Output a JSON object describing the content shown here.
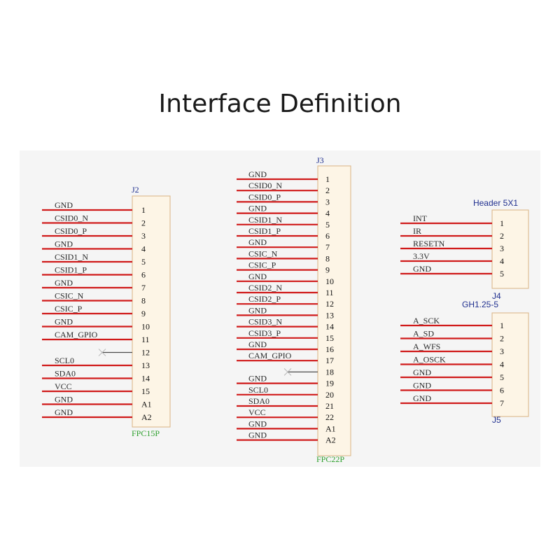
{
  "title": "Interface Definition",
  "colors": {
    "wire": "#d01a1a",
    "box_fill": "#fdf5e6",
    "box_stroke": "#d9b382",
    "ref": "#1f2f8f",
    "value": "#2ea02e",
    "panel": "#f5f5f5"
  },
  "connectors": [
    {
      "ref": "J2",
      "value": "FPC15P",
      "pins": [
        {
          "num": "1",
          "label": "GND"
        },
        {
          "num": "2",
          "label": "CSID0_N"
        },
        {
          "num": "3",
          "label": "CSID0_P"
        },
        {
          "num": "4",
          "label": "GND"
        },
        {
          "num": "5",
          "label": "CSID1_N"
        },
        {
          "num": "6",
          "label": "CSID1_P"
        },
        {
          "num": "7",
          "label": "GND"
        },
        {
          "num": "8",
          "label": "CSIC_N"
        },
        {
          "num": "9",
          "label": "CSIC_P"
        },
        {
          "num": "10",
          "label": "GND"
        },
        {
          "num": "11",
          "label": "CAM_GPIO"
        },
        {
          "num": "12",
          "label": ""
        },
        {
          "num": "13",
          "label": "SCL0"
        },
        {
          "num": "14",
          "label": "SDA0"
        },
        {
          "num": "15",
          "label": "VCC"
        },
        {
          "num": "A1",
          "label": "GND"
        },
        {
          "num": "A2",
          "label": "GND"
        }
      ]
    },
    {
      "ref": "J3",
      "value": "FPC22P",
      "pins": [
        {
          "num": "1",
          "label": "GND"
        },
        {
          "num": "2",
          "label": "CSID0_N"
        },
        {
          "num": "3",
          "label": "CSID0_P"
        },
        {
          "num": "4",
          "label": "GND"
        },
        {
          "num": "5",
          "label": "CSID1_N"
        },
        {
          "num": "6",
          "label": "CSID1_P"
        },
        {
          "num": "7",
          "label": "GND"
        },
        {
          "num": "8",
          "label": "CSIC_N"
        },
        {
          "num": "9",
          "label": "CSIC_P"
        },
        {
          "num": "10",
          "label": "GND"
        },
        {
          "num": "11",
          "label": "CSID2_N"
        },
        {
          "num": "12",
          "label": "CSID2_P"
        },
        {
          "num": "13",
          "label": "GND"
        },
        {
          "num": "14",
          "label": "CSID3_N"
        },
        {
          "num": "15",
          "label": "CSID3_P"
        },
        {
          "num": "16",
          "label": "GND"
        },
        {
          "num": "17",
          "label": "CAM_GPIO"
        },
        {
          "num": "18",
          "label": ""
        },
        {
          "num": "19",
          "label": "GND"
        },
        {
          "num": "20",
          "label": "SCL0"
        },
        {
          "num": "21",
          "label": "SDA0"
        },
        {
          "num": "22",
          "label": "VCC"
        },
        {
          "num": "A1",
          "label": "GND"
        },
        {
          "num": "A2",
          "label": "GND"
        }
      ]
    },
    {
      "ref": "J4",
      "value": "Header 5X1",
      "pins": [
        {
          "num": "1",
          "label": "INT"
        },
        {
          "num": "2",
          "label": "IR"
        },
        {
          "num": "3",
          "label": "RESETN"
        },
        {
          "num": "4",
          "label": "3.3V"
        },
        {
          "num": "5",
          "label": "GND"
        }
      ]
    },
    {
      "ref": "J5",
      "value": "GH1.25-5",
      "pins": [
        {
          "num": "1",
          "label": "A_SCK"
        },
        {
          "num": "2",
          "label": "A_SD"
        },
        {
          "num": "3",
          "label": "A_WFS"
        },
        {
          "num": "4",
          "label": "A_OSCK"
        },
        {
          "num": "5",
          "label": "GND"
        },
        {
          "num": "6",
          "label": "GND"
        },
        {
          "num": "7",
          "label": "GND"
        }
      ]
    }
  ]
}
